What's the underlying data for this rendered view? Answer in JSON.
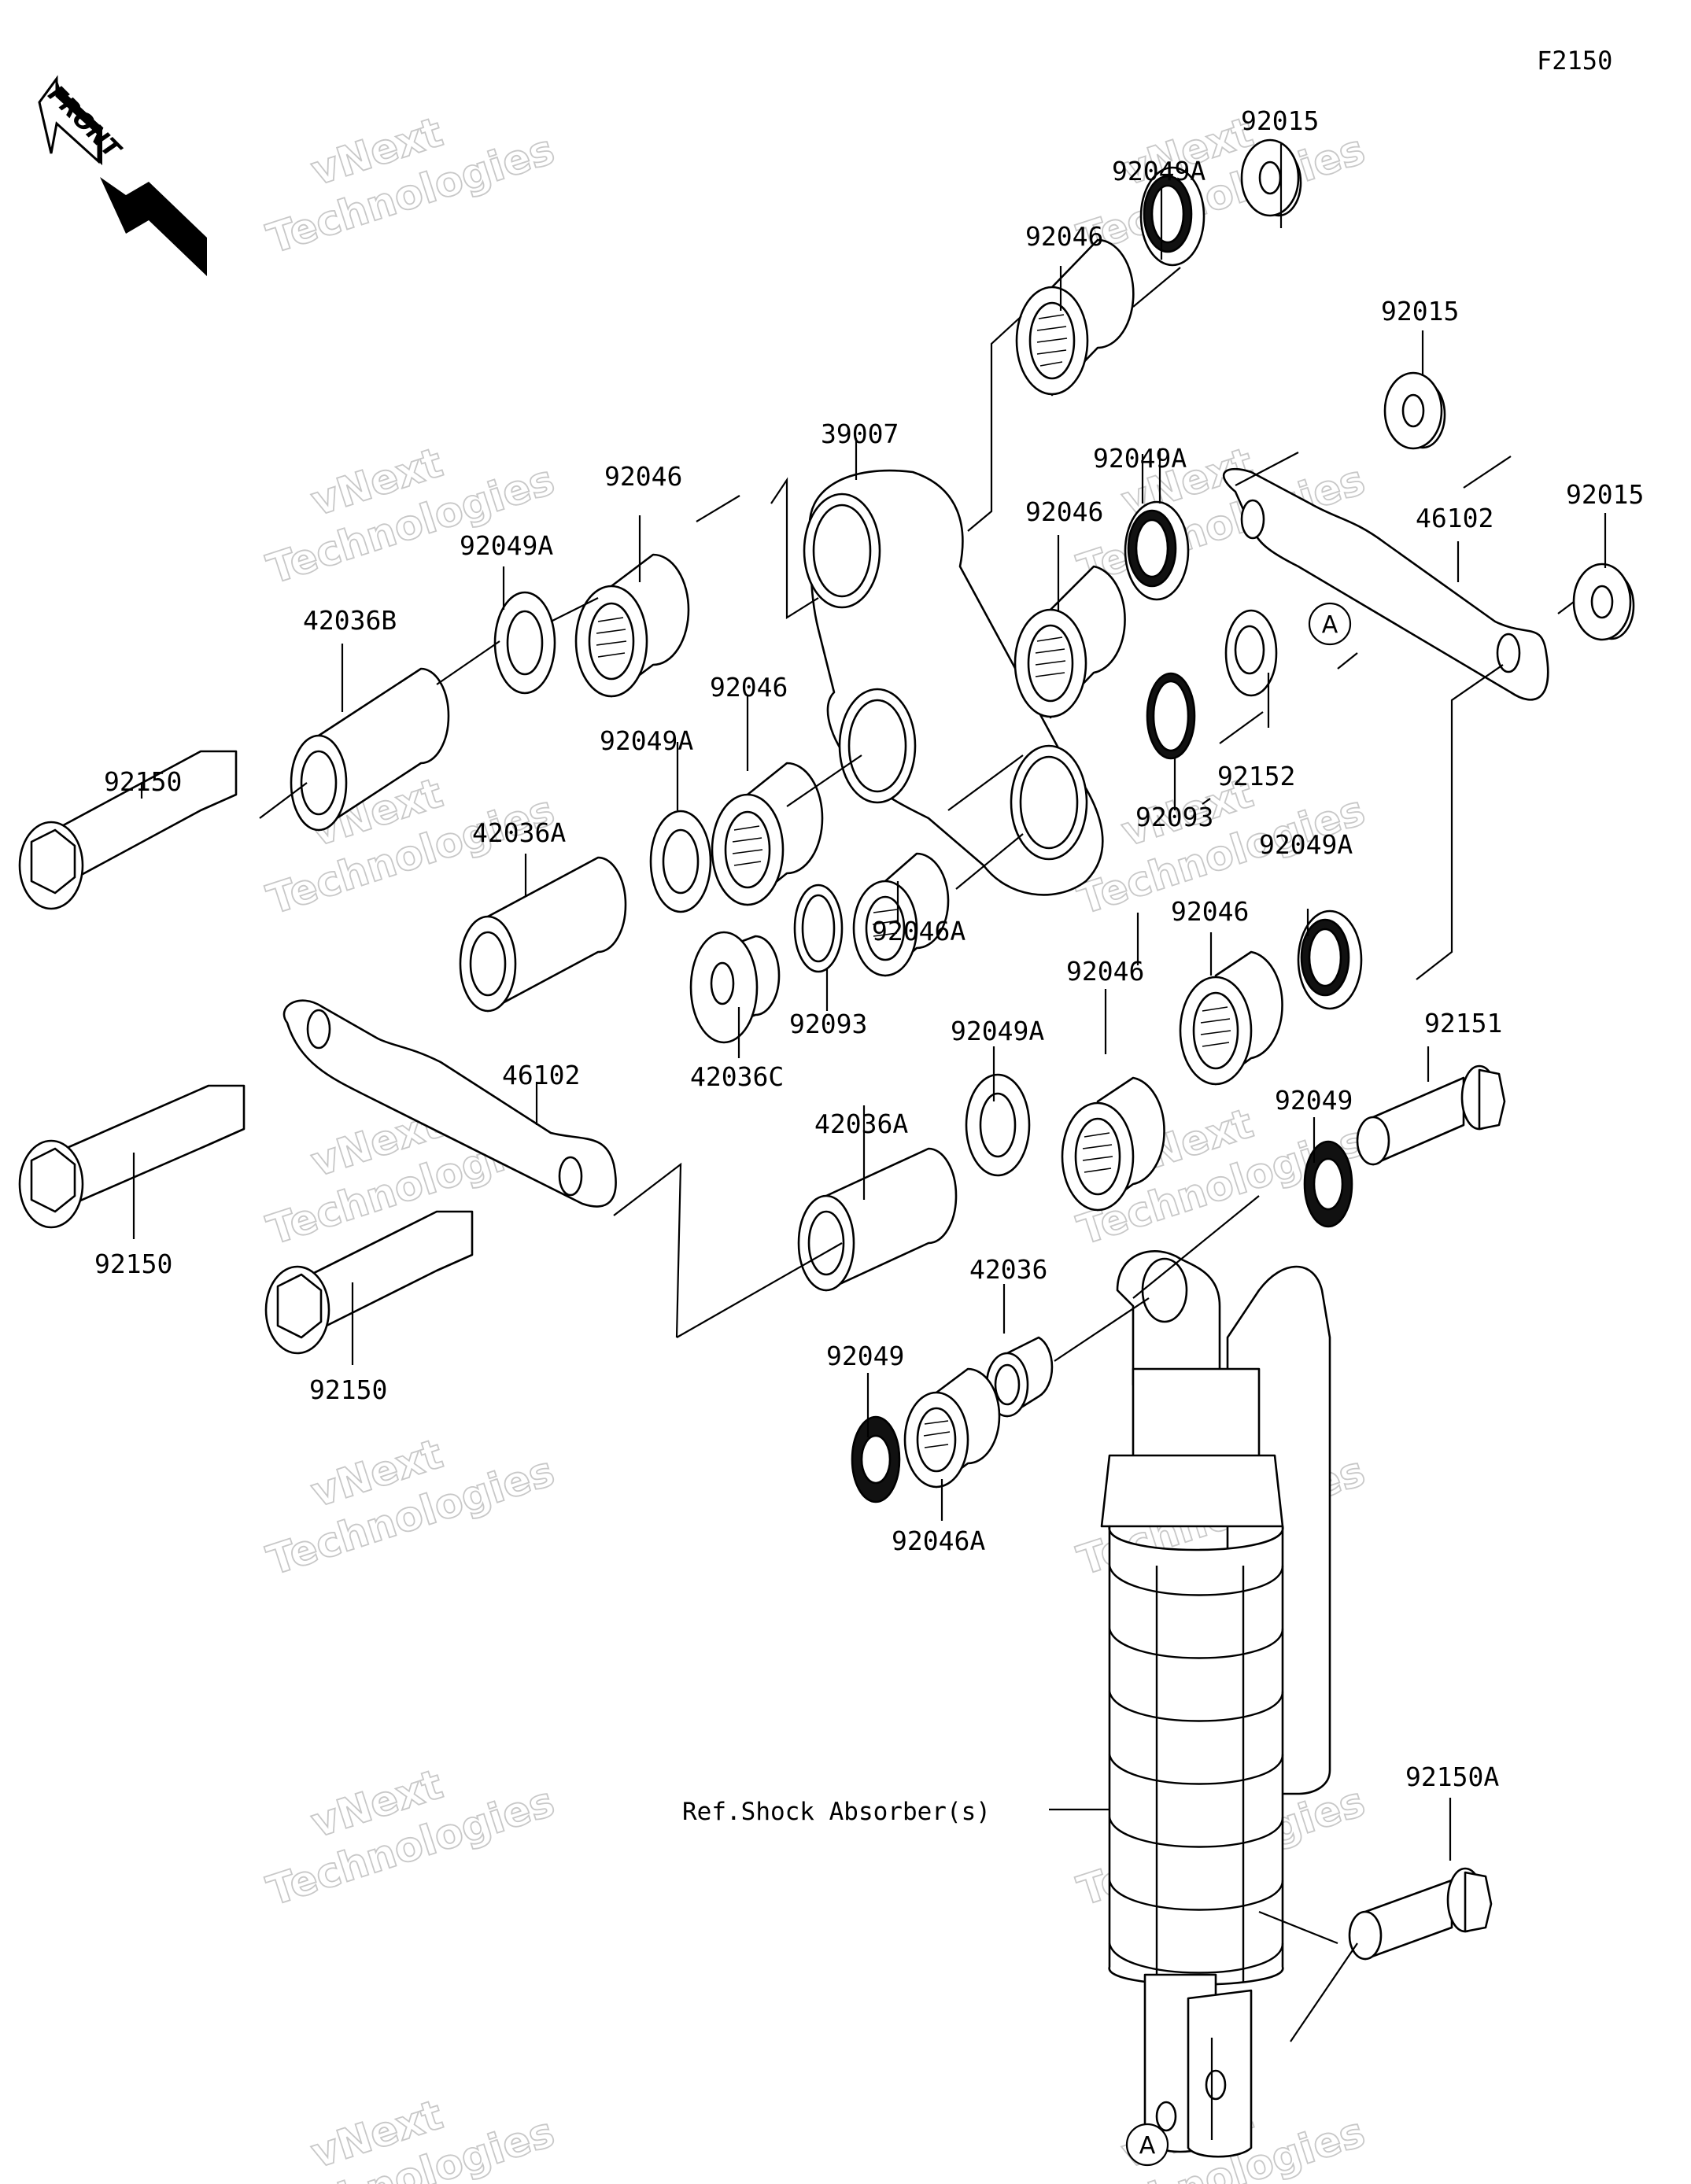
{
  "diagram": {
    "code": "F2150",
    "front_label": "FRONT",
    "reference_note": "Ref.Shock Absorber(s)",
    "reference_marker": "A",
    "watermark": {
      "line1": "vNext",
      "line2": "Technologies",
      "color": "#c8c8c8"
    }
  },
  "callouts": [
    {
      "id": "c01",
      "part": "92015"
    },
    {
      "id": "c02",
      "part": "92049A"
    },
    {
      "id": "c03",
      "part": "92046"
    },
    {
      "id": "c04",
      "part": "92015"
    },
    {
      "id": "c05",
      "part": "39007"
    },
    {
      "id": "c06",
      "part": "92046"
    },
    {
      "id": "c07",
      "part": "92049A"
    },
    {
      "id": "c08",
      "part": "92046"
    },
    {
      "id": "c09",
      "part": "46102"
    },
    {
      "id": "c10",
      "part": "92015"
    },
    {
      "id": "c11",
      "part": "92049A"
    },
    {
      "id": "c12",
      "part": "42036B"
    },
    {
      "id": "c13",
      "part": "92046"
    },
    {
      "id": "c14",
      "part": "92049A"
    },
    {
      "id": "c15",
      "part": "92150"
    },
    {
      "id": "c16",
      "part": "42036A"
    },
    {
      "id": "c17",
      "part": "92152"
    },
    {
      "id": "c18",
      "part": "92093"
    },
    {
      "id": "c19",
      "part": "92049A"
    },
    {
      "id": "c20",
      "part": "92046A"
    },
    {
      "id": "c21",
      "part": "92093"
    },
    {
      "id": "c22",
      "part": "42036C"
    },
    {
      "id": "c23",
      "part": "92046"
    },
    {
      "id": "c24",
      "part": "92046"
    },
    {
      "id": "c25",
      "part": "92049A"
    },
    {
      "id": "c26",
      "part": "46102"
    },
    {
      "id": "c27",
      "part": "42036A"
    },
    {
      "id": "c28",
      "part": "92151"
    },
    {
      "id": "c29",
      "part": "92049"
    },
    {
      "id": "c30",
      "part": "92150"
    },
    {
      "id": "c31",
      "part": "42036"
    },
    {
      "id": "c32",
      "part": "92049"
    },
    {
      "id": "c33",
      "part": "92150"
    },
    {
      "id": "c34",
      "part": "92046A"
    },
    {
      "id": "c35",
      "part": "92150A"
    }
  ]
}
